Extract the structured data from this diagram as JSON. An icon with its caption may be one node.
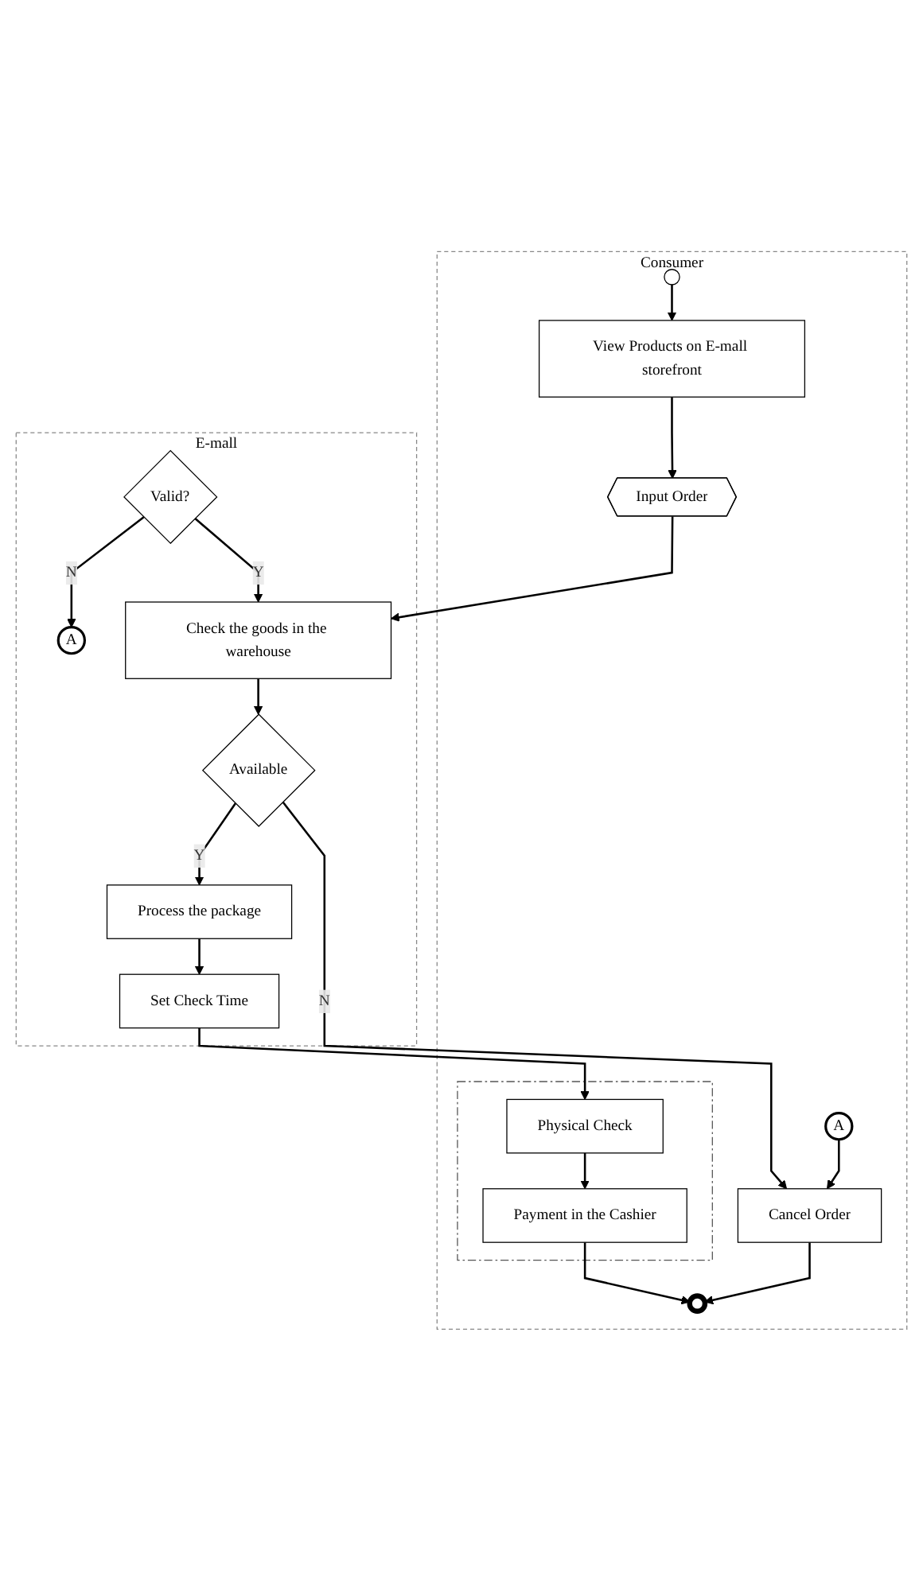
{
  "diagram": {
    "nodes": [
      {
        "text": [
          "Consumer"
        ]
      },
      {
        "text": [
          "E-mall"
        ]
      },
      {
        "text": [],
        "shape": "circle",
        "in": 0
      },
      {
        "text": [
          "View Products on E-mall storefront"
        ],
        "in": 0
      },
      {
        "text": [
          "Input Order"
        ],
        "in": 0
      },
      {
        "text": [
          "A"
        ],
        "in": 1
      },
      {
        "text": [
          "Valid?"
        ],
        "in": 1
      },
      {
        "text": [
          "Check the goods in the warehouse"
        ],
        "in": 1
      },
      {
        "text": [
          "Available"
        ],
        "in": 1
      },
      {
        "text": [
          "Process the package"
        ],
        "in": 1
      },
      {
        "text": [
          "Set Check Time"
        ],
        "in": 1
      },
      {
        "text": [
          "A"
        ],
        "in": 0
      },
      {
        "text": [
          "Cancel Order"
        ],
        "in": 0
      },
      {
        "text": [],
        "shape": "box",
        "in": 0
      },
      {
        "text": [
          "Physical Check"
        ],
        "in": 13
      },
      {
        "text": [
          "Payment in the Cashier"
        ],
        "in": 13
      },
      {
        "text": [],
        "shape": "circle",
        "in": 0
      }
    ],
    "edges": [
      {
        "from": 2,
        "to": 3,
        "arrow": "to"
      },
      {
        "from": 3,
        "to": 4,
        "arrow": "to"
      },
      {
        "from": 4,
        "to": 7,
        "arrow": "to"
      },
      {
        "from": 6,
        "to": 5,
        "label": "N",
        "arrow": "to"
      },
      {
        "from": 6,
        "to": 7,
        "label": "Y",
        "arrow": "to"
      },
      {
        "from": 7,
        "to": 8,
        "arrow": "to"
      },
      {
        "from": 8,
        "to": 12,
        "label": "N",
        "arrow": "to"
      },
      {
        "from": 8,
        "to": 9,
        "label": "Y",
        "arrow": "to"
      },
      {
        "from": 9,
        "to": 10,
        "arrow": "to"
      },
      {
        "from": 10,
        "to": 14,
        "arrow": "to"
      },
      {
        "from": 11,
        "to": 12,
        "arrow": "to"
      },
      {
        "from": 14,
        "to": 15,
        "arrow": "to"
      },
      {
        "from": 15,
        "to": 16,
        "arrow": "to"
      },
      {
        "from": 12,
        "to": 16,
        "arrow": "to"
      }
    ]
  }
}
